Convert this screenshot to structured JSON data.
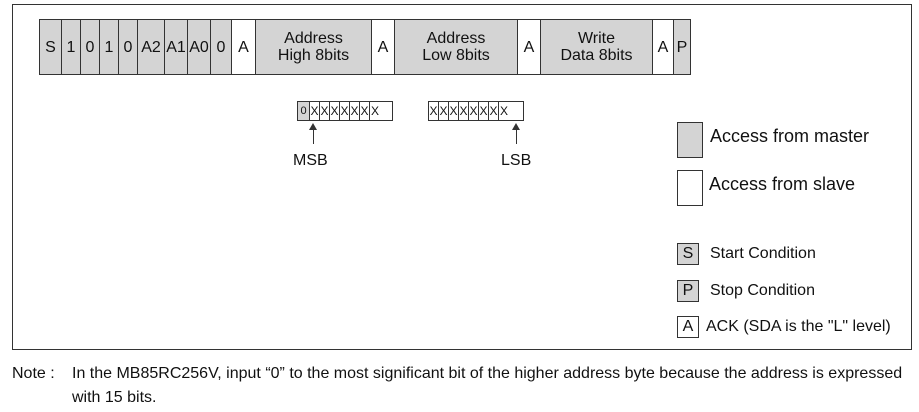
{
  "frame": {
    "cells": [
      {
        "text": "S",
        "access": "master"
      },
      {
        "text": "1",
        "access": "master"
      },
      {
        "text": "0",
        "access": "master"
      },
      {
        "text": "1",
        "access": "master"
      },
      {
        "text": "0",
        "access": "master"
      },
      {
        "text": "A2",
        "access": "master"
      },
      {
        "text": "A1",
        "access": "master"
      },
      {
        "text": "A0",
        "access": "master"
      },
      {
        "text": "0",
        "access": "master"
      },
      {
        "text": "A",
        "access": "slave"
      },
      {
        "text": "Address\nHigh 8bits",
        "access": "master"
      },
      {
        "text": "A",
        "access": "slave"
      },
      {
        "text": "Address\nLow 8bits",
        "access": "master"
      },
      {
        "text": "A",
        "access": "slave"
      },
      {
        "text": "Write\nData 8bits",
        "access": "master"
      },
      {
        "text": "A",
        "access": "slave"
      },
      {
        "text": "P",
        "access": "master"
      }
    ]
  },
  "high_byte": {
    "bits": [
      "0",
      "X",
      "X",
      "X",
      "X",
      "X",
      "X",
      "X"
    ],
    "label": "MSB"
  },
  "low_byte": {
    "bits": [
      "X",
      "X",
      "X",
      "X",
      "X",
      "X",
      "X",
      "X"
    ],
    "label": "LSB"
  },
  "legend": {
    "master_text": "Access from master",
    "slave_text": "Access from slave",
    "symbols": [
      {
        "symbol": "S",
        "text": "Start Condition",
        "access": "master"
      },
      {
        "symbol": "P",
        "text": "Stop Condition",
        "access": "master"
      },
      {
        "symbol": "A",
        "text": "ACK (SDA is the \"L\" level)",
        "access": "slave"
      }
    ]
  },
  "note": {
    "prefix": "Note :",
    "text": "In the MB85RC256V, input “0” to the most significant bit of the higher address byte because the address is expressed with 15 bits."
  },
  "colors": {
    "master_fill": "#d4d4d4",
    "slave_fill": "#ffffff",
    "line": "#333333"
  }
}
